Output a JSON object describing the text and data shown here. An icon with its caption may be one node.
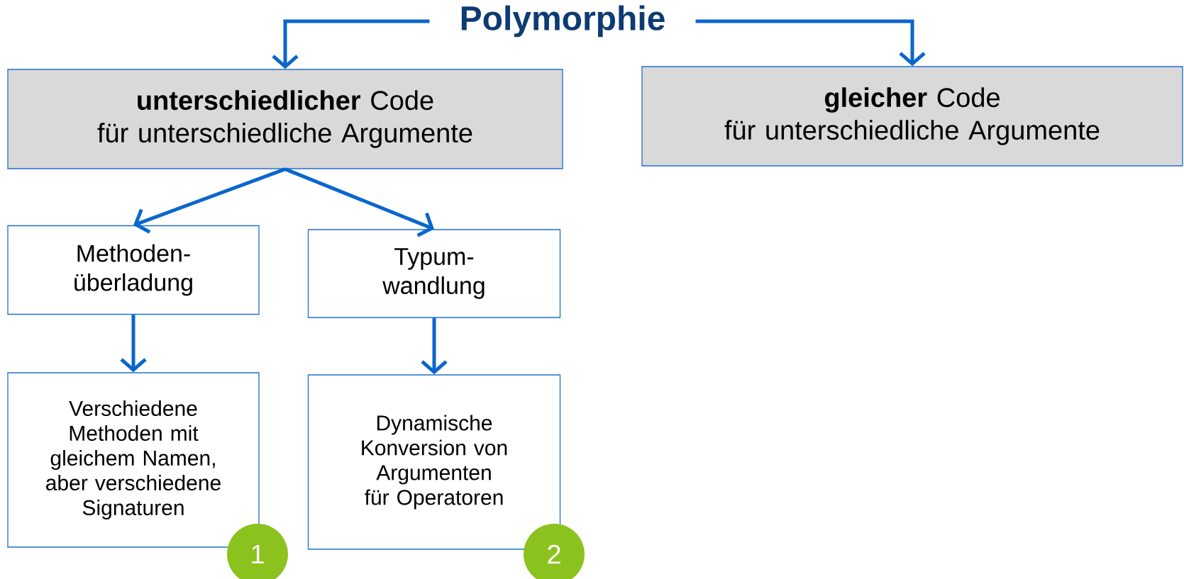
{
  "diagram": {
    "nodes": [
      {
        "text": [
          "Polymorphie"
        ]
      },
      {
        "text": [
          "**unterschiedlicher** Code",
          "für unterschiedliche Argumente"
        ]
      },
      {
        "text": [
          "**gleicher** Code",
          "für unterschiedliche Argumente"
        ]
      },
      {
        "text": [
          "Methoden- überladung"
        ]
      },
      {
        "text": [
          "Typum- wandlung"
        ]
      },
      {
        "text": [
          "Verschiedene Methoden mit gleichem Namen, aber verschiedene Signaturen"
        ]
      },
      {
        "text": [
          "Dynamische Konversion von Argumenten für Operatoren"
        ]
      },
      {
        "text": [
          "1"
        ]
      },
      {
        "text": [
          "2"
        ]
      }
    ],
    "edges": [
      {
        "from": 0,
        "to": 1,
        "arrow": "to"
      },
      {
        "from": 0,
        "to": 2,
        "arrow": "to"
      },
      {
        "from": 1,
        "to": 3,
        "arrow": "to"
      },
      {
        "from": 1,
        "to": 4,
        "arrow": "to"
      },
      {
        "from": 3,
        "to": 5,
        "arrow": "to"
      },
      {
        "from": 4,
        "to": 6,
        "arrow": "to"
      }
    ]
  }
}
